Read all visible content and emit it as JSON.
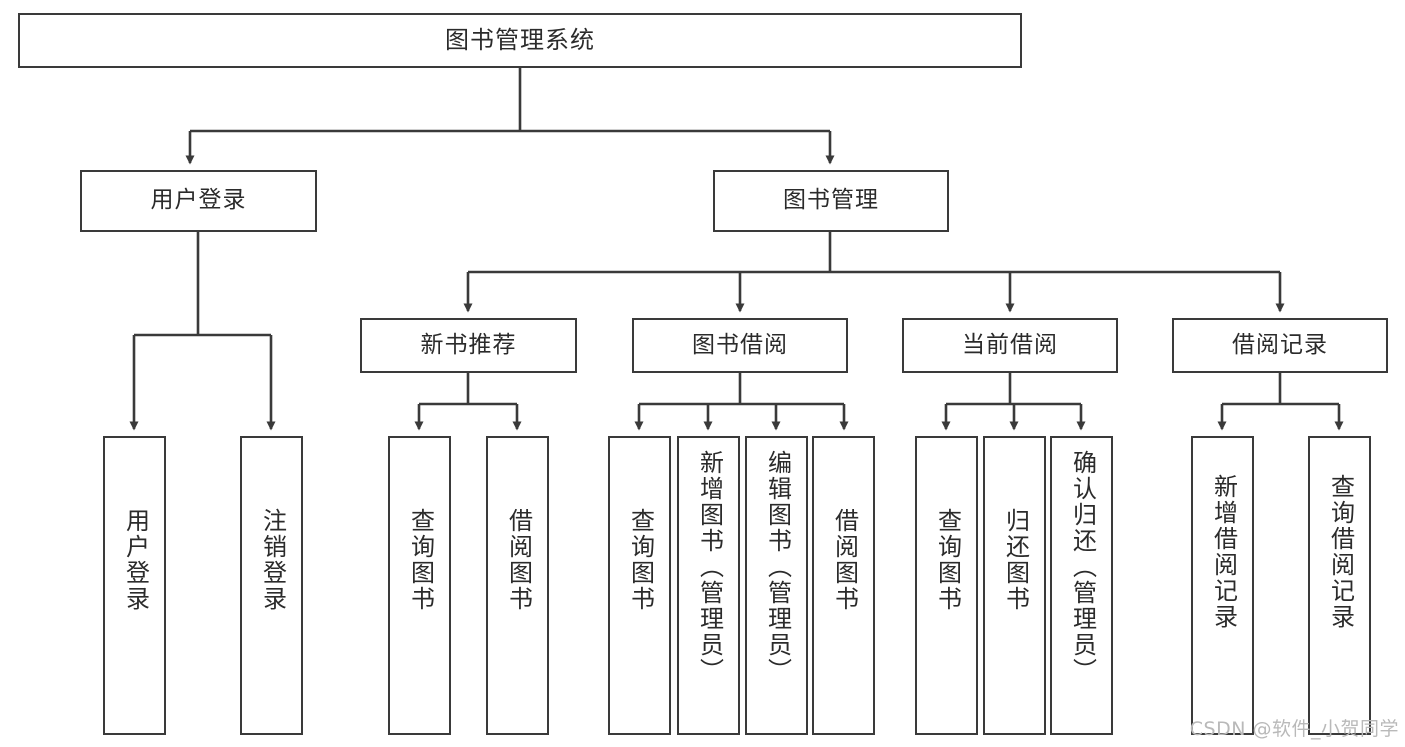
{
  "diagram": {
    "type": "hierarchy-tree",
    "title": "图书管理系统",
    "levels": 4,
    "colors": {
      "box_border": "#3a3a3a",
      "box_fill": "#ffffff",
      "connector": "#3a3a3a",
      "text": "#2b2b2b",
      "watermark": "#b9b9b9",
      "background": "#ffffff"
    },
    "root": {
      "label": "图书管理系统"
    },
    "level2": [
      {
        "label": "用户登录"
      },
      {
        "label": "图书管理"
      }
    ],
    "level3": [
      {
        "label": "新书推荐"
      },
      {
        "label": "图书借阅"
      },
      {
        "label": "当前借阅"
      },
      {
        "label": "借阅记录"
      }
    ],
    "leaves": {
      "user_login": [
        {
          "label": "用户登录"
        },
        {
          "label": "注销登录"
        }
      ],
      "new_book_recommend": [
        {
          "label": "查询图书"
        },
        {
          "label": "借阅图书"
        }
      ],
      "book_borrow": [
        {
          "label": "查询图书"
        },
        {
          "label": "新增图书（管理员）"
        },
        {
          "label": "编辑图书（管理员）"
        },
        {
          "label": "借阅图书"
        }
      ],
      "current_borrow": [
        {
          "label": "查询图书"
        },
        {
          "label": "归还图书"
        },
        {
          "label": "确认归还（管理员）"
        }
      ],
      "borrow_record": [
        {
          "label": "新增借阅记录"
        },
        {
          "label": "查询借阅记录"
        }
      ]
    }
  },
  "watermark": {
    "text": "CSDN @软件_小贺同学"
  }
}
